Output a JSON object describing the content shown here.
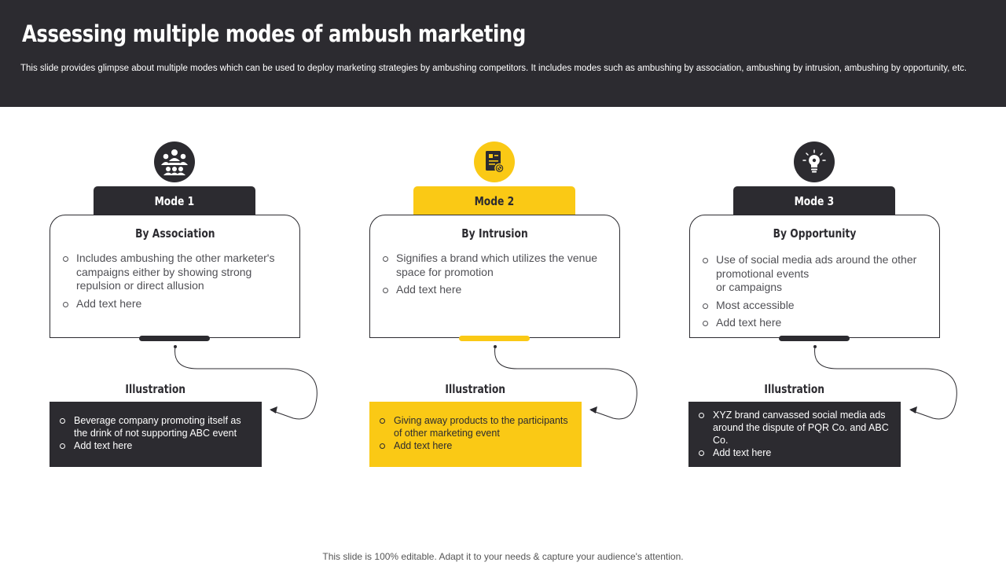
{
  "title": "Assessing multiple modes of ambush marketing",
  "subtitle": "This slide provides glimpse about multiple modes which can be used to deploy marketing strategies by ambushing competitors. It includes modes such as ambushing by association, ambushing by intrusion, ambushing by opportunity, etc.",
  "colors": {
    "dark": "#2c2b30",
    "yellow": "#fac915",
    "white": "#ffffff"
  },
  "modes": [
    {
      "icon": "group-icon",
      "tab_label": "Mode 1",
      "card_title": "By Association",
      "points": [
        "Includes ambushing the other marketer's campaigns either by showing strong repulsion or direct allusion",
        "Add text here"
      ],
      "illustration_label": "Illustration",
      "illustration_points": [
        "Beverage company promoting itself as the drink of not supporting ABC event",
        "Add text here"
      ]
    },
    {
      "icon": "document-blocked-icon",
      "tab_label": "Mode 2",
      "card_title": "By Intrusion",
      "points": [
        "Signifies a brand which utilizes the venue space for promotion",
        "Add text here"
      ],
      "illustration_label": "Illustration",
      "illustration_points": [
        "Giving away products to the participants of other marketing event",
        "Add text here"
      ]
    },
    {
      "icon": "idea-bulb-icon",
      "tab_label": "Mode 3",
      "card_title": "By Opportunity",
      "points": [
        "Use of social media ads around the other promotional events\nor campaigns",
        "Most accessible",
        "Add text here"
      ],
      "illustration_label": "Illustration",
      "illustration_points": [
        "XYZ brand canvassed social media ads around the dispute of PQR Co. and ABC Co.",
        "Add text here"
      ]
    }
  ],
  "footer": "This slide is 100% editable. Adapt it to your needs & capture your audience's attention."
}
